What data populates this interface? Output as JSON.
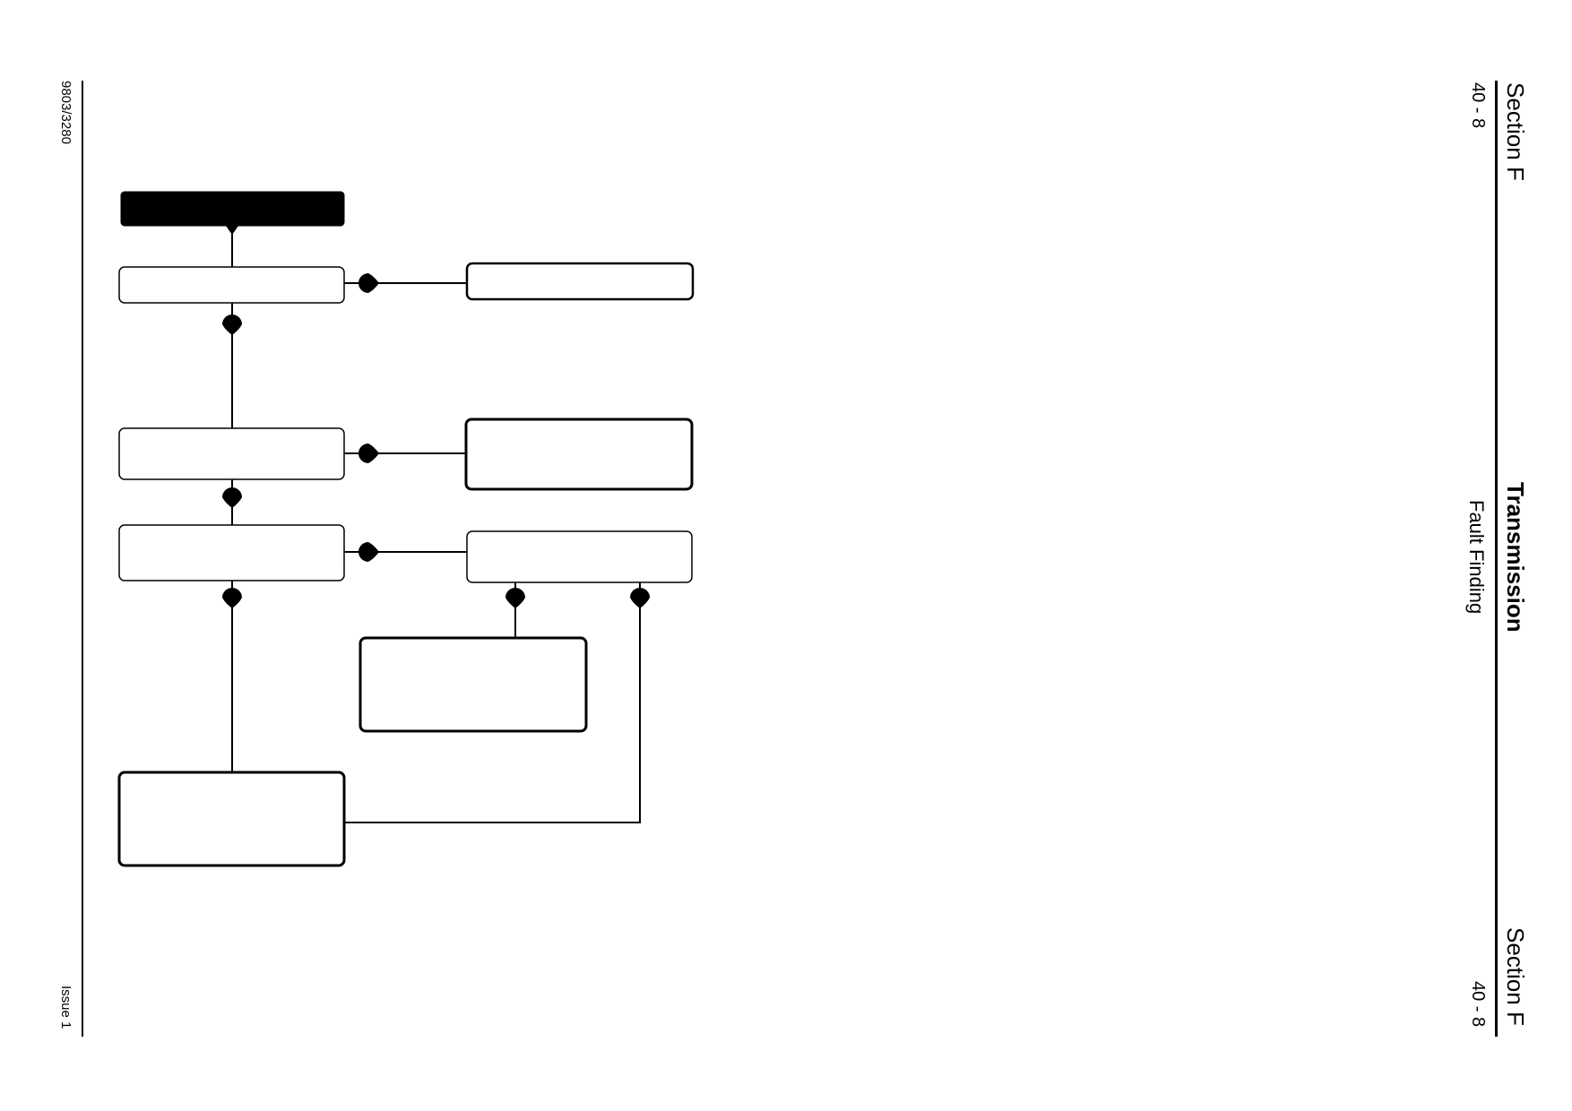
{
  "header": {
    "section_top": "Section F",
    "page_top": "40 - 8",
    "title": "Transmission",
    "subtitle": "Fault Finding",
    "section_bottom": "Section F",
    "page_bottom": "40 - 8"
  },
  "footer": {
    "doc_number": "9803/3280",
    "issue": "Issue 1"
  },
  "flowchart": {
    "start_box": "",
    "boxes": [
      "",
      "",
      "",
      "",
      "",
      "",
      "",
      ""
    ]
  }
}
